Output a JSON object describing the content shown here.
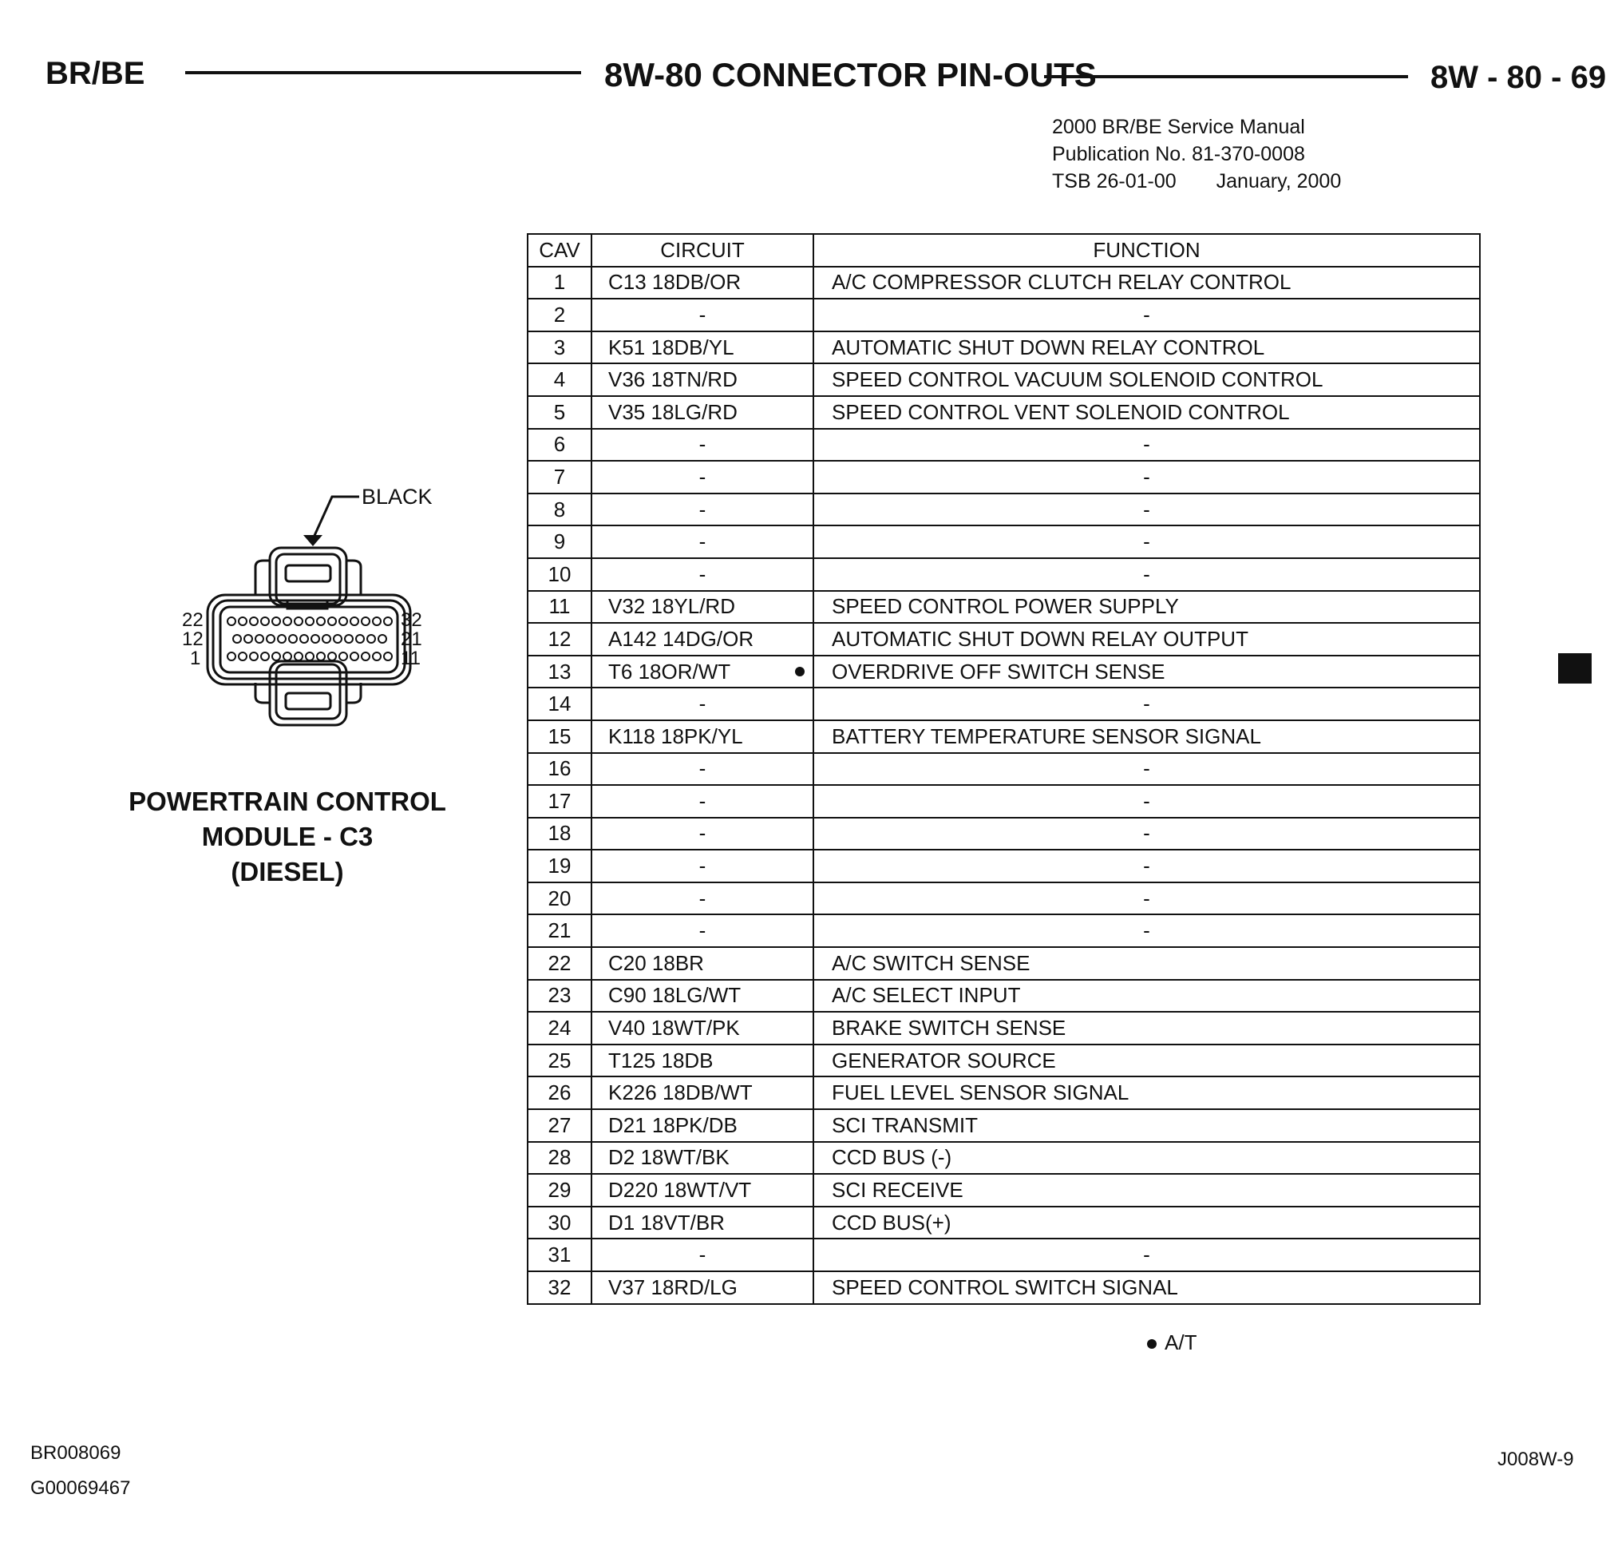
{
  "header": {
    "left": "BR/BE",
    "center": "8W-80 CONNECTOR PIN-OUTS",
    "right": "8W - 80 - 69"
  },
  "publication": {
    "line1": "2000 BR/BE Service Manual",
    "line2": "Publication No. 81-370-0008",
    "tsb": "TSB 26-01-00",
    "date": "January, 2000"
  },
  "connector": {
    "color_label": "BLACK",
    "pin_labels": {
      "left_top": "22",
      "left_mid": "12",
      "left_bot": "1",
      "right_top": "32",
      "right_mid": "21",
      "right_bot": "11"
    },
    "title_lines": [
      "POWERTRAIN CONTROL",
      "MODULE - C3",
      "(DIESEL)"
    ]
  },
  "table": {
    "headers": {
      "cav": "CAV",
      "circuit": "CIRCUIT",
      "function": "FUNCTION"
    },
    "rows": [
      {
        "cav": "1",
        "circuit": "C13 18DB/OR",
        "function": "A/C COMPRESSOR CLUTCH RELAY CONTROL"
      },
      {
        "cav": "2",
        "circuit": "-",
        "function": "-"
      },
      {
        "cav": "3",
        "circuit": "K51 18DB/YL",
        "function": "AUTOMATIC SHUT DOWN RELAY CONTROL"
      },
      {
        "cav": "4",
        "circuit": "V36 18TN/RD",
        "function": "SPEED CONTROL VACUUM SOLENOID CONTROL"
      },
      {
        "cav": "5",
        "circuit": "V35 18LG/RD",
        "function": "SPEED CONTROL VENT SOLENOID CONTROL"
      },
      {
        "cav": "6",
        "circuit": "-",
        "function": "-"
      },
      {
        "cav": "7",
        "circuit": "-",
        "function": "-"
      },
      {
        "cav": "8",
        "circuit": "-",
        "function": "-"
      },
      {
        "cav": "9",
        "circuit": "-",
        "function": "-"
      },
      {
        "cav": "10",
        "circuit": "-",
        "function": "-"
      },
      {
        "cav": "11",
        "circuit": "V32 18YL/RD",
        "function": "SPEED CONTROL POWER SUPPLY"
      },
      {
        "cav": "12",
        "circuit": "A142 14DG/OR",
        "function": "AUTOMATIC SHUT DOWN RELAY OUTPUT"
      },
      {
        "cav": "13",
        "circuit": "T6 18OR/WT",
        "function": "OVERDRIVE OFF SWITCH SENSE",
        "note": true
      },
      {
        "cav": "14",
        "circuit": "-",
        "function": "-"
      },
      {
        "cav": "15",
        "circuit": "K118 18PK/YL",
        "function": "BATTERY TEMPERATURE SENSOR SIGNAL"
      },
      {
        "cav": "16",
        "circuit": "-",
        "function": "-"
      },
      {
        "cav": "17",
        "circuit": "-",
        "function": "-"
      },
      {
        "cav": "18",
        "circuit": "-",
        "function": "-"
      },
      {
        "cav": "19",
        "circuit": "-",
        "function": "-"
      },
      {
        "cav": "20",
        "circuit": "-",
        "function": "-"
      },
      {
        "cav": "21",
        "circuit": "-",
        "function": "-"
      },
      {
        "cav": "22",
        "circuit": "C20 18BR",
        "function": "A/C SWITCH SENSE"
      },
      {
        "cav": "23",
        "circuit": "C90 18LG/WT",
        "function": "A/C SELECT INPUT"
      },
      {
        "cav": "24",
        "circuit": "V40 18WT/PK",
        "function": "BRAKE SWITCH SENSE"
      },
      {
        "cav": "25",
        "circuit": "T125 18DB",
        "function": "GENERATOR SOURCE"
      },
      {
        "cav": "26",
        "circuit": "K226 18DB/WT",
        "function": "FUEL LEVEL SENSOR SIGNAL"
      },
      {
        "cav": "27",
        "circuit": "D21 18PK/DB",
        "function": "SCI TRANSMIT"
      },
      {
        "cav": "28",
        "circuit": "D2 18WT/BK",
        "function": "CCD BUS (-)"
      },
      {
        "cav": "29",
        "circuit": "D220 18WT/VT",
        "function": "SCI RECEIVE"
      },
      {
        "cav": "30",
        "circuit": "D1 18VT/BR",
        "function": "CCD BUS(+)"
      },
      {
        "cav": "31",
        "circuit": "-",
        "function": "-"
      },
      {
        "cav": "32",
        "circuit": "V37 18RD/LG",
        "function": "SPEED CONTROL SWITCH SIGNAL"
      }
    ]
  },
  "legend": {
    "note": "A/T"
  },
  "footer": {
    "code1": "BR008069",
    "code2": "G00069467",
    "ref": "J008W-9"
  }
}
